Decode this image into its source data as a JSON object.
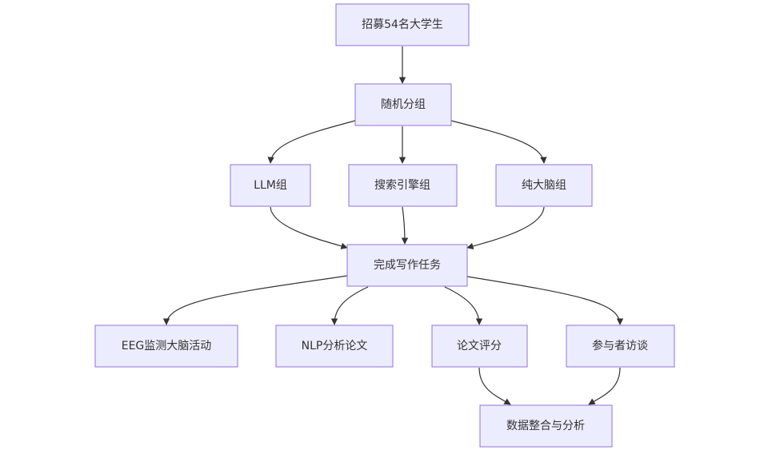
{
  "diagram": {
    "nodes": {
      "recruit": "招募54名大学生",
      "randomize": "随机分组",
      "llm_group": "LLM组",
      "search_group": "搜索引擎组",
      "brain_group": "纯大脑组",
      "writing_task": "完成写作任务",
      "eeg": "EEG监测大脑活动",
      "nlp": "NLP分析论文",
      "scoring": "论文评分",
      "interview": "参与者访谈",
      "integrate": "数据整合与分析"
    }
  }
}
